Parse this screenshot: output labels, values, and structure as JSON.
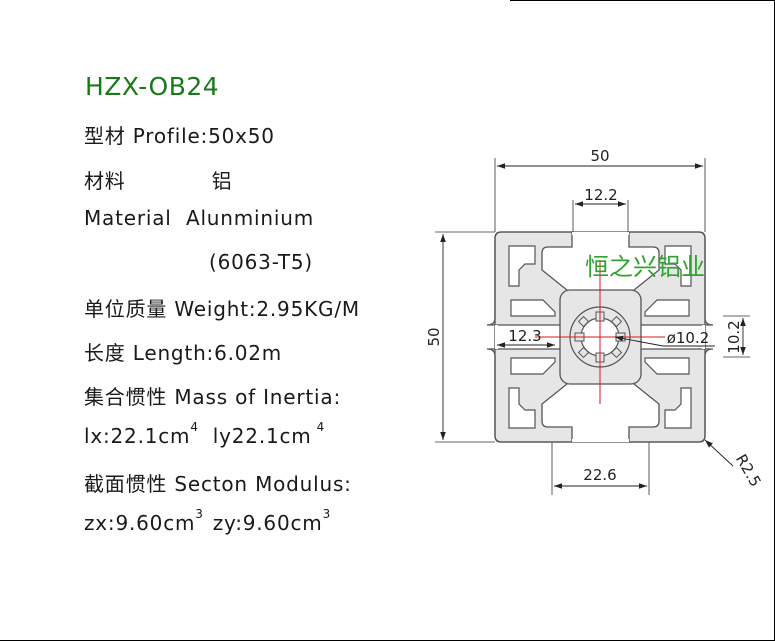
{
  "title": "HZX-OB24",
  "specs": {
    "profile": "型材 Profile:50x50",
    "material_cn_label": "材料",
    "material_cn_value": "铝",
    "material_en": "Material  Alunminium",
    "material_grade": "(6063-T5)",
    "weight": "单位质量 Weight:2.95KG/M",
    "length": "长度 Length:6.02m",
    "inertia_label": "集合惯性 Mass of Inertia:",
    "ix_value": "lx:22.1cm",
    "ix_exp": "4",
    "iy_value": "ly22.1cm",
    "iy_exp": "4",
    "modulus_label": "截面惯性 Secton Modulus:",
    "zx_value": "zx:9.60cm",
    "zx_exp": "3",
    "zy_value": "zy:9.60cm",
    "zy_exp": "3"
  },
  "drawing": {
    "dim_width": "50",
    "dim_slot_top": "12.2",
    "dim_height": "50",
    "dim_slot_left": "12.3",
    "dim_bore": "ø10.2",
    "dim_core": "10.2",
    "dim_slot_bottom": "22.6",
    "dim_radius": "R2.5",
    "watermark": "恒之兴铝业"
  },
  "colors": {
    "title": "#1a7a1a",
    "watermark": "#2ea32e",
    "profile_fill": "#e6e6e6",
    "center_marks": "#d11e1e"
  }
}
